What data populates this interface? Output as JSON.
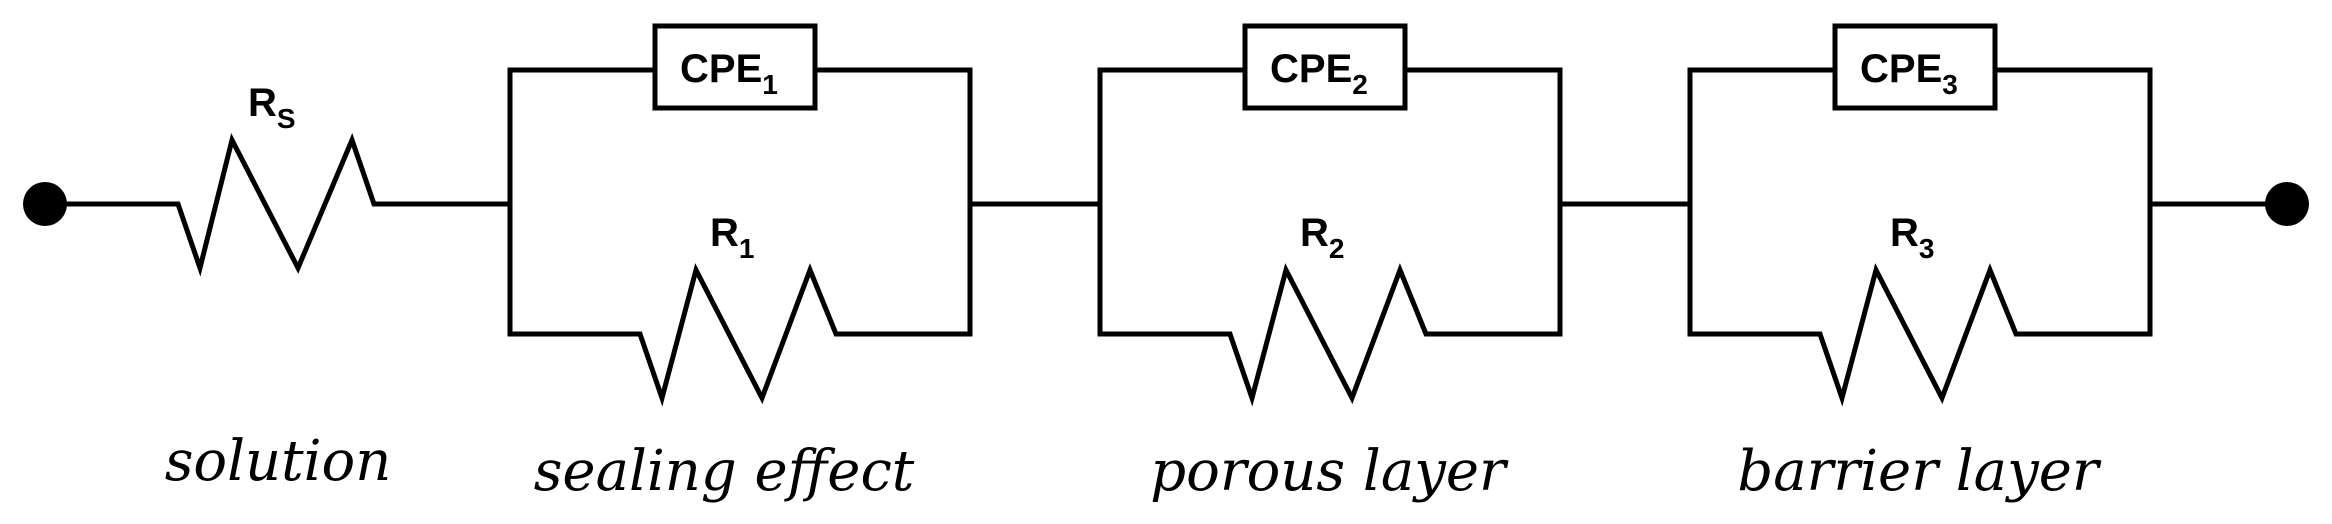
{
  "terminals": [
    "left-terminal",
    "right-terminal"
  ],
  "series_resistor": {
    "label": "R",
    "subscript": "S",
    "caption": "solution"
  },
  "sections": [
    {
      "cpe_label": "CPE",
      "cpe_sub": "1",
      "r_label": "R",
      "r_sub": "1",
      "caption": "sealing effect"
    },
    {
      "cpe_label": "CPE",
      "cpe_sub": "2",
      "r_label": "R",
      "r_sub": "2",
      "caption": "porous layer"
    },
    {
      "cpe_label": "CPE",
      "cpe_sub": "3",
      "r_label": "R",
      "r_sub": "3",
      "caption": "barrier layer"
    }
  ],
  "colors": {
    "line": "#000000",
    "background": "#ffffff"
  }
}
